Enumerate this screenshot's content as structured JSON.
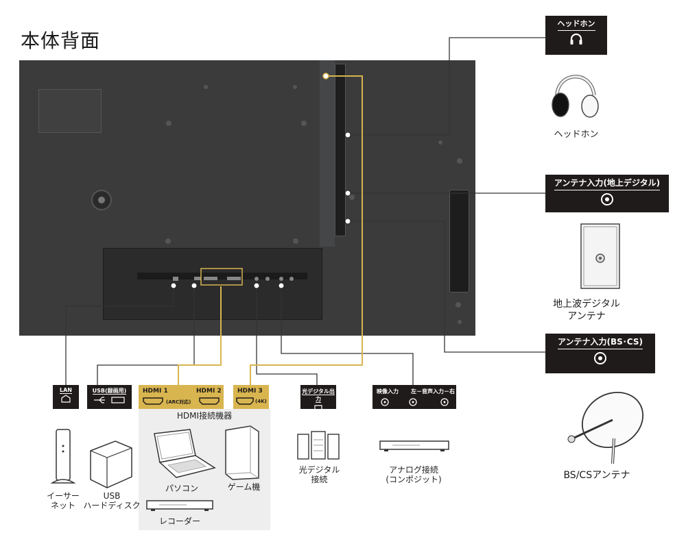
{
  "page_title": "本体背面",
  "rear": {
    "lan": "LAN",
    "usb": "USB(録画用)",
    "hdmi1": "HDMI 1",
    "hdmi1_note": "(ARC対応)",
    "hdmi2": "HDMI 2",
    "hdmi3": "HDMI 3",
    "hdmi3_note": "(4K)",
    "optical": "光デジタル出力",
    "video_in": "映像入力",
    "audio_in": "左－音声入力－右"
  },
  "right_panel": {
    "headphone_box": "ヘッドホン",
    "headphone_label": "ヘッドホン",
    "antenna_terrestrial_box": "アンテナ入力(地上デジタル)",
    "antenna_terrestrial_label_1": "地上波デジタル",
    "antenna_terrestrial_label_2": "アンテナ",
    "antenna_bs_box": "アンテナ入力(BS･CS)",
    "antenna_bs_label": "BS/CSアンテナ"
  },
  "devices": {
    "hdmi_devices_title": "HDMI接続機器",
    "pc": "パソコン",
    "game": "ゲーム機",
    "recorder": "レコーダー",
    "ethernet_1": "イーサー",
    "ethernet_2": "ネット",
    "usb_hdd_1": "USB",
    "usb_hdd_2": "ハードディスク",
    "optical_1": "光デジタル",
    "optical_2": "接続",
    "analog_1": "アナログ接続",
    "analog_2": "(コンポジット)"
  },
  "colors": {
    "hdmi_accent": "#d8b54f",
    "box_dark": "#1f1b1a",
    "tv_body": "#3b3b3c",
    "gray_area": "#eeeeee"
  }
}
